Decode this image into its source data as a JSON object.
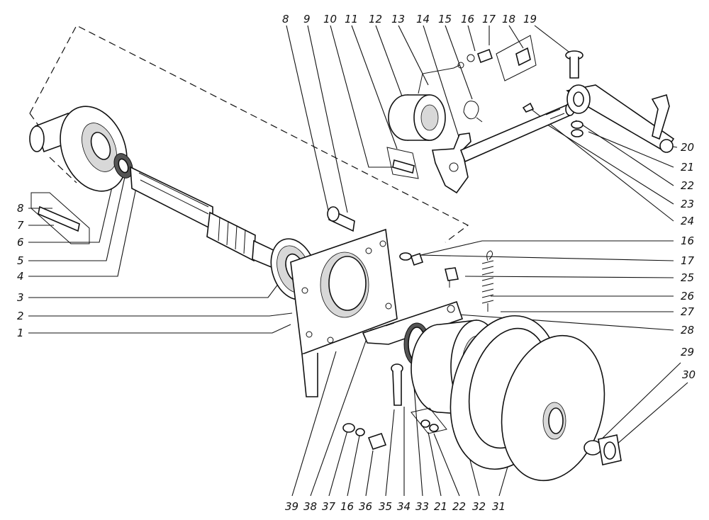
{
  "callouts": [
    {
      "id": "c8a",
      "text": "8"
    },
    {
      "id": "c9",
      "text": "9"
    },
    {
      "id": "c10",
      "text": "10"
    },
    {
      "id": "c11",
      "text": "11"
    },
    {
      "id": "c12",
      "text": "12"
    },
    {
      "id": "c13",
      "text": "13"
    },
    {
      "id": "c14",
      "text": "14"
    },
    {
      "id": "c15",
      "text": "15"
    },
    {
      "id": "c16a",
      "text": "16"
    },
    {
      "id": "c17a",
      "text": "17"
    },
    {
      "id": "c18",
      "text": "18"
    },
    {
      "id": "c19",
      "text": "19"
    },
    {
      "id": "c20",
      "text": "20"
    },
    {
      "id": "c21a",
      "text": "21"
    },
    {
      "id": "c22a",
      "text": "22"
    },
    {
      "id": "c23",
      "text": "23"
    },
    {
      "id": "c24",
      "text": "24"
    },
    {
      "id": "c16b",
      "text": "16"
    },
    {
      "id": "c17b",
      "text": "17"
    },
    {
      "id": "c25",
      "text": "25"
    },
    {
      "id": "c26",
      "text": "26"
    },
    {
      "id": "c27",
      "text": "27"
    },
    {
      "id": "c28",
      "text": "28"
    },
    {
      "id": "c29",
      "text": "29"
    },
    {
      "id": "c30",
      "text": "30"
    },
    {
      "id": "c8b",
      "text": "8"
    },
    {
      "id": "c7",
      "text": "7"
    },
    {
      "id": "c6",
      "text": "6"
    },
    {
      "id": "c5",
      "text": "5"
    },
    {
      "id": "c4",
      "text": "4"
    },
    {
      "id": "c3",
      "text": "3"
    },
    {
      "id": "c2",
      "text": "2"
    },
    {
      "id": "c1",
      "text": "1"
    },
    {
      "id": "c39",
      "text": "39"
    },
    {
      "id": "c38",
      "text": "38"
    },
    {
      "id": "c37",
      "text": "37"
    },
    {
      "id": "c16c",
      "text": "16"
    },
    {
      "id": "c36",
      "text": "36"
    },
    {
      "id": "c35",
      "text": "35"
    },
    {
      "id": "c34",
      "text": "34"
    },
    {
      "id": "c33",
      "text": "33"
    },
    {
      "id": "c21b",
      "text": "21"
    },
    {
      "id": "c22b",
      "text": "22"
    },
    {
      "id": "c32",
      "text": "32"
    },
    {
      "id": "c31",
      "text": "31"
    }
  ]
}
